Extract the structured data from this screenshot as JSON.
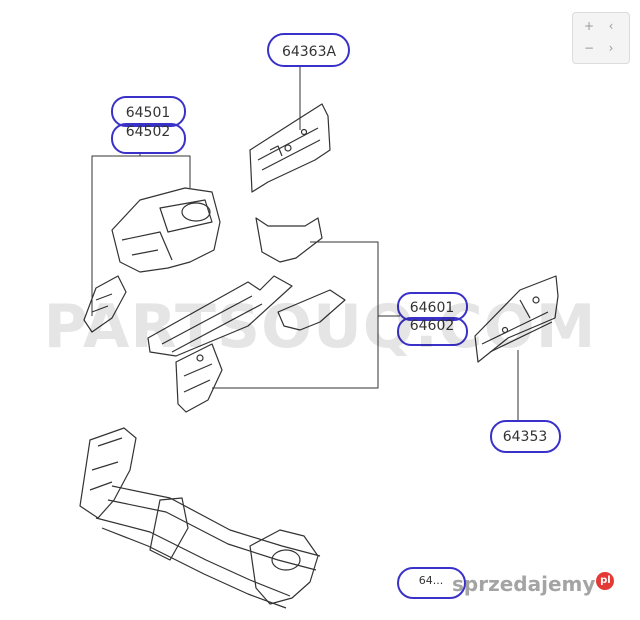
{
  "diagram": {
    "callouts": [
      {
        "id": "c1",
        "label": "64363A"
      },
      {
        "id": "c2",
        "label": "64501"
      },
      {
        "id": "c3",
        "label": "64502"
      },
      {
        "id": "c4",
        "label": "64601"
      },
      {
        "id": "c5",
        "label": "64602"
      },
      {
        "id": "c6",
        "label": "64353"
      },
      {
        "id": "c7",
        "label": "64..."
      }
    ]
  },
  "watermark": {
    "text": "PARTSOUQ.COM"
  },
  "branding": {
    "site": "sprzedajemy",
    "badge": "pl"
  },
  "viewer": {
    "zoom_in": "+",
    "zoom_out": "−",
    "prev": "‹",
    "next": "›"
  },
  "colors": {
    "callout": "#3a32c8",
    "line": "#333333"
  }
}
